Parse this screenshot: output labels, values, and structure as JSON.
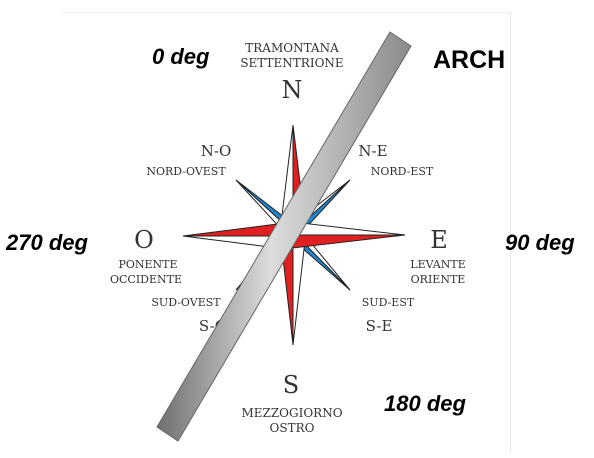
{
  "degree_labels": {
    "north": "0 deg",
    "east": "90 deg",
    "south": "180 deg",
    "west": "270 deg"
  },
  "arch_label": "ARCH",
  "cardinals": {
    "north": {
      "letter": "N",
      "name_line1": "TRAMONTANA",
      "name_line2": "SETTENTRIONE"
    },
    "east": {
      "letter": "E",
      "name_line1": "LEVANTE",
      "name_line2": "ORIENTE"
    },
    "south": {
      "letter": "S",
      "name_line1": "MEZZOGIORNO",
      "name_line2": "OSTRO"
    },
    "west": {
      "letter": "O",
      "name_line1": "PONENTE",
      "name_line2": "OCCIDENTE"
    }
  },
  "intercardinals": {
    "northwest": {
      "abbr": "N-O",
      "name": "NORD-OVEST"
    },
    "northeast": {
      "abbr": "N-E",
      "name": "NORD-EST"
    },
    "southwest": {
      "abbr": "S-O",
      "name": "SUD-OVEST"
    },
    "southeast": {
      "abbr": "S-E",
      "name": "SUD-EST"
    }
  },
  "colors": {
    "cardinal_point": "#e02020",
    "intercardinal_point": "#1e88d0",
    "outline": "#222222",
    "arch_light": "#e8e8e8",
    "arch_dark": "#7a7a7a"
  }
}
